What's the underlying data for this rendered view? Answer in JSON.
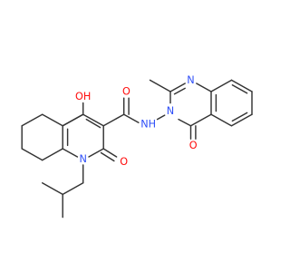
{
  "molecule": {
    "labels": {
      "oh": "OH",
      "o_amide": "O",
      "o_ring": "O",
      "o_quinazolinone": "O",
      "n_ring1": "N",
      "nh": "NH",
      "n_quin3": "N",
      "n_quin1": "N"
    },
    "colors": {
      "oxygen": "#ff0d0d",
      "nitrogen": "#3050f8",
      "bond": "#333333"
    }
  }
}
